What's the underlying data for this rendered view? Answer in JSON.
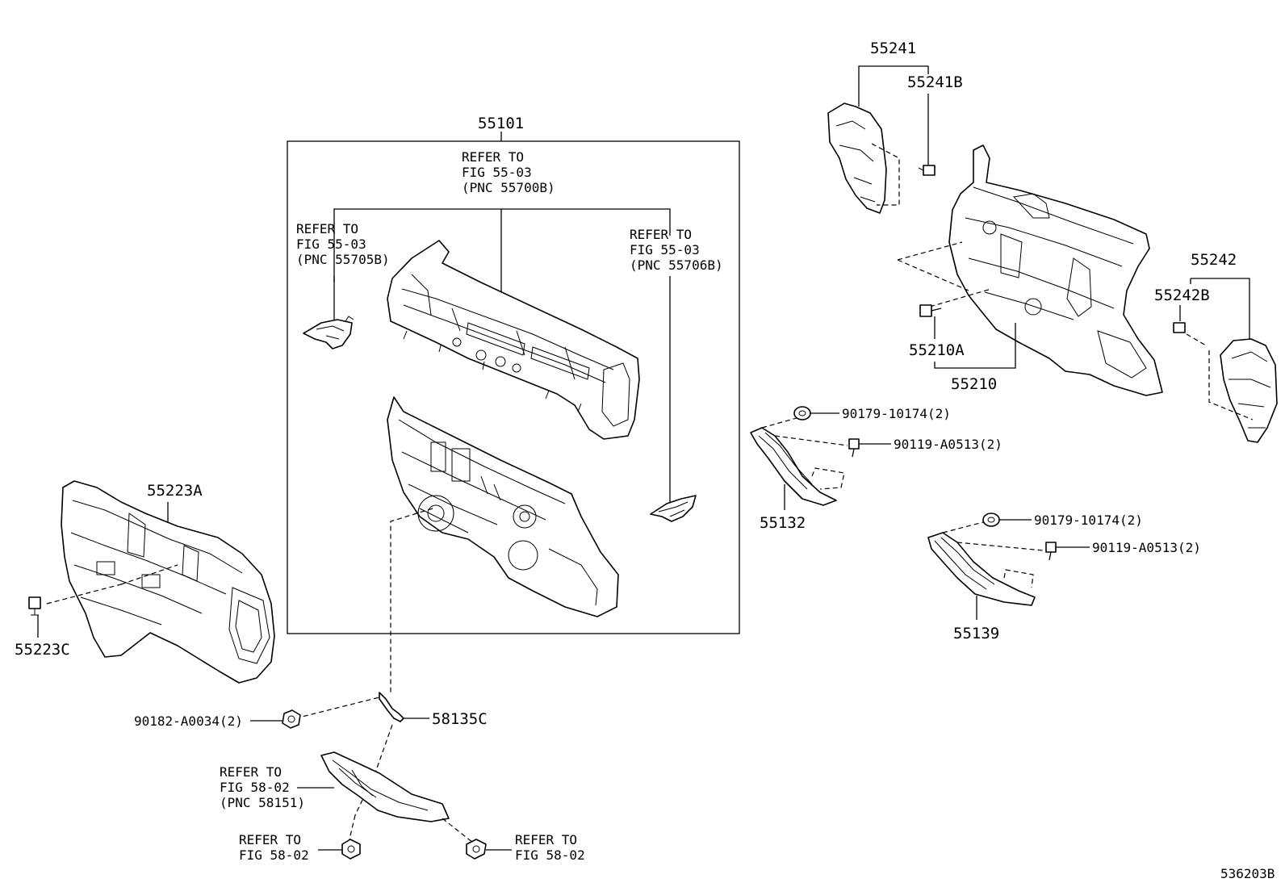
{
  "diagram": {
    "image_code": "536203B",
    "assembly_box": {
      "part_number": "55101",
      "refer_center": [
        "REFER TO",
        "FIG 55-03",
        "(PNC 55700B)"
      ],
      "refer_left": [
        "REFER TO",
        "FIG 55-03",
        "(PNC 55705B)"
      ],
      "refer_right": [
        "REFER TO",
        "FIG 55-03",
        "(PNC 55706B)"
      ]
    },
    "parts": {
      "p55241": "55241",
      "p55241B": "55241B",
      "p55242": "55242",
      "p55242B": "55242B",
      "p55210A": "55210A",
      "p55210": "55210",
      "p55223A": "55223A",
      "p55223C": "55223C",
      "p55132": "55132",
      "p55139": "55139",
      "p58135C": "58135C",
      "f90179_a": "90179-10174(2)",
      "f90119_a": "90119-A0513(2)",
      "f90179_b": "90179-10174(2)",
      "f90119_b": "90119-A0513(2)",
      "f90182": "90182-A0034(2)"
    },
    "refer_pnc58151": [
      "REFER TO",
      "FIG 58-02",
      "(PNC 58151)"
    ],
    "refer_bottom_left": [
      "REFER TO",
      "FIG 58-02"
    ],
    "refer_bottom_right": [
      "REFER TO",
      "FIG 58-02"
    ]
  }
}
